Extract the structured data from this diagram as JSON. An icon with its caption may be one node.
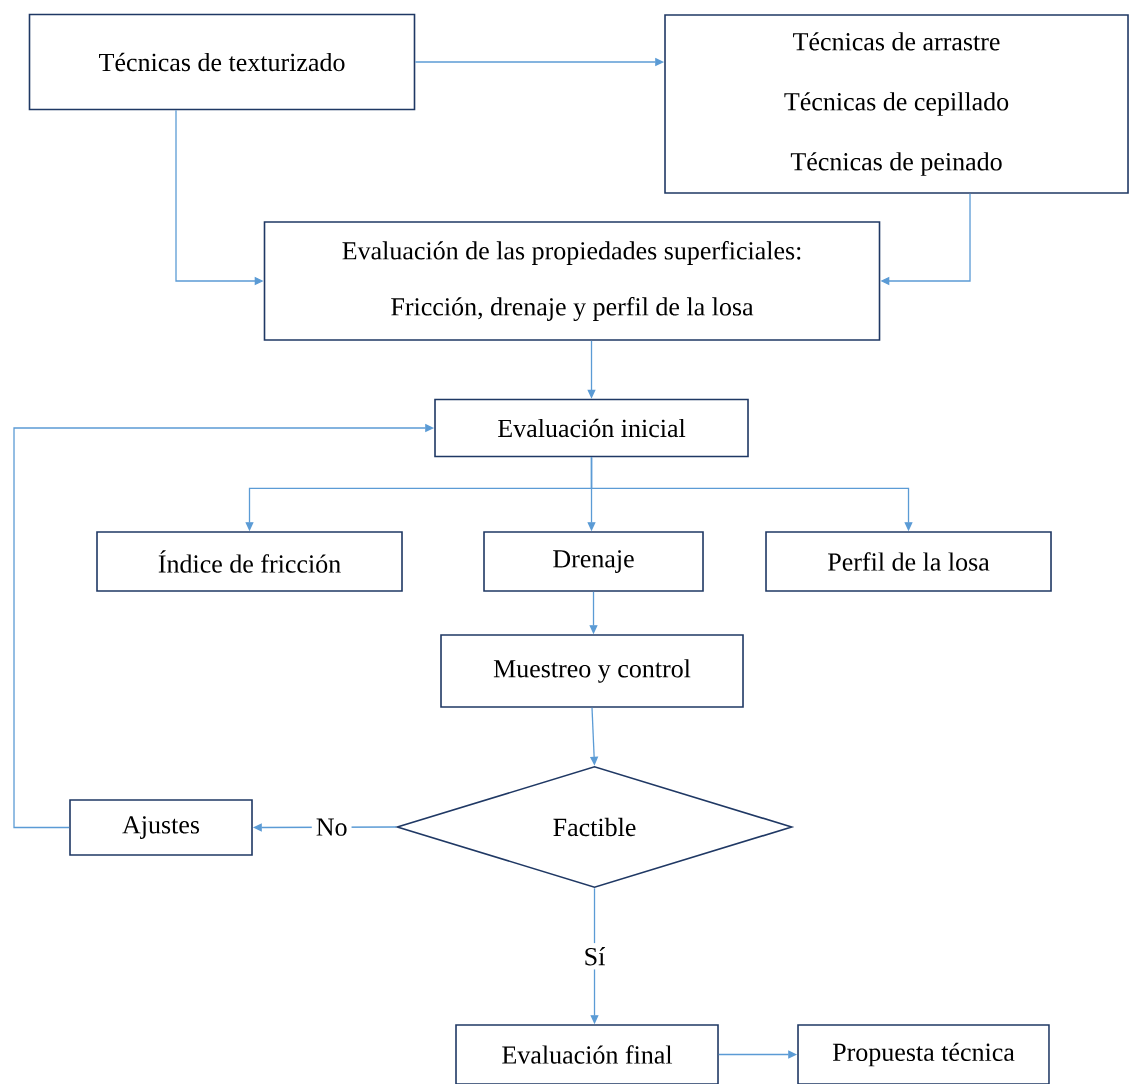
{
  "diagram": {
    "nodes": [
      {
        "text": [
          "Técnicas de texturizado"
        ]
      },
      {
        "text": [
          "Técnicas de arrastre",
          "Técnicas de cepillado",
          "Técnicas de peinado"
        ]
      },
      {
        "text": [
          "Evaluación de las propiedades superficiales:",
          "Fricción, drenaje y perfil de la losa"
        ]
      },
      {
        "text": [
          "Evaluación inicial"
        ]
      },
      {
        "text": [
          "Índice de fricción"
        ]
      },
      {
        "text": [
          "Drenaje"
        ]
      },
      {
        "text": [
          "Perfil de la losa"
        ]
      },
      {
        "text": [
          "Muestreo y control"
        ]
      },
      {
        "text": [
          "Factible"
        ]
      },
      {
        "text": [
          "Ajustes"
        ]
      },
      {
        "text": [
          "Evaluación final"
        ]
      },
      {
        "text": [
          "Propuesta técnica"
        ]
      }
    ],
    "edges": [
      {
        "from": 0,
        "to": 1,
        "arrow": "to"
      },
      {
        "from": 0,
        "to": 2,
        "arrow": "to"
      },
      {
        "from": 1,
        "to": 2,
        "arrow": "to"
      },
      {
        "from": 2,
        "to": 3,
        "arrow": "to"
      },
      {
        "from": 3,
        "to": 4,
        "arrow": "to"
      },
      {
        "from": 3,
        "to": 5,
        "arrow": "to"
      },
      {
        "from": 3,
        "to": 6,
        "arrow": "to"
      },
      {
        "from": 5,
        "to": 7,
        "arrow": "to"
      },
      {
        "from": 7,
        "to": 8,
        "arrow": "to"
      },
      {
        "from": 8,
        "to": 9,
        "arrow": "to",
        "label": "No"
      },
      {
        "from": 9,
        "to": 3,
        "arrow": "to"
      },
      {
        "from": 8,
        "to": 10,
        "arrow": "to",
        "label": "Sí"
      },
      {
        "from": 10,
        "to": 11,
        "arrow": "to"
      }
    ]
  }
}
